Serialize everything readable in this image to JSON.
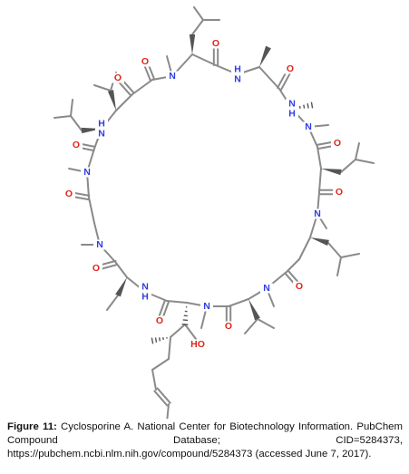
{
  "colors": {
    "bond": "#8a8a8a",
    "nitrogen": "#2f3de0",
    "oxygen": "#e2231a",
    "caption_text": "#111111"
  },
  "structure": {
    "atom_labels": {
      "N": "N",
      "NH_top": "H\nN",
      "H_bottom": "H",
      "O": "O",
      "HO": "HO"
    }
  },
  "caption": {
    "figure_number": "Figure 11:",
    "text": " Cyclosporine A.  National Center for Biotechnology Information. PubChem Compound Database; CID=5284373, https://pubchem.ncbi.nlm.nih.gov/compound/5284373 (accessed June 7, 2017)."
  }
}
